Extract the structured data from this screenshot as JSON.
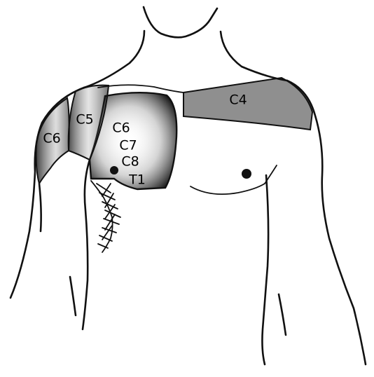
{
  "labels": {
    "c4": "C4",
    "c5": "C5",
    "c6_shoulder": "C6",
    "c6_chest": "C6",
    "c7": "C7",
    "c8": "C8",
    "t1": "T1"
  },
  "colors": {
    "c4_band": "#8f8f8f",
    "shading": "#222222",
    "outline": "#111111",
    "background": "#ffffff"
  }
}
